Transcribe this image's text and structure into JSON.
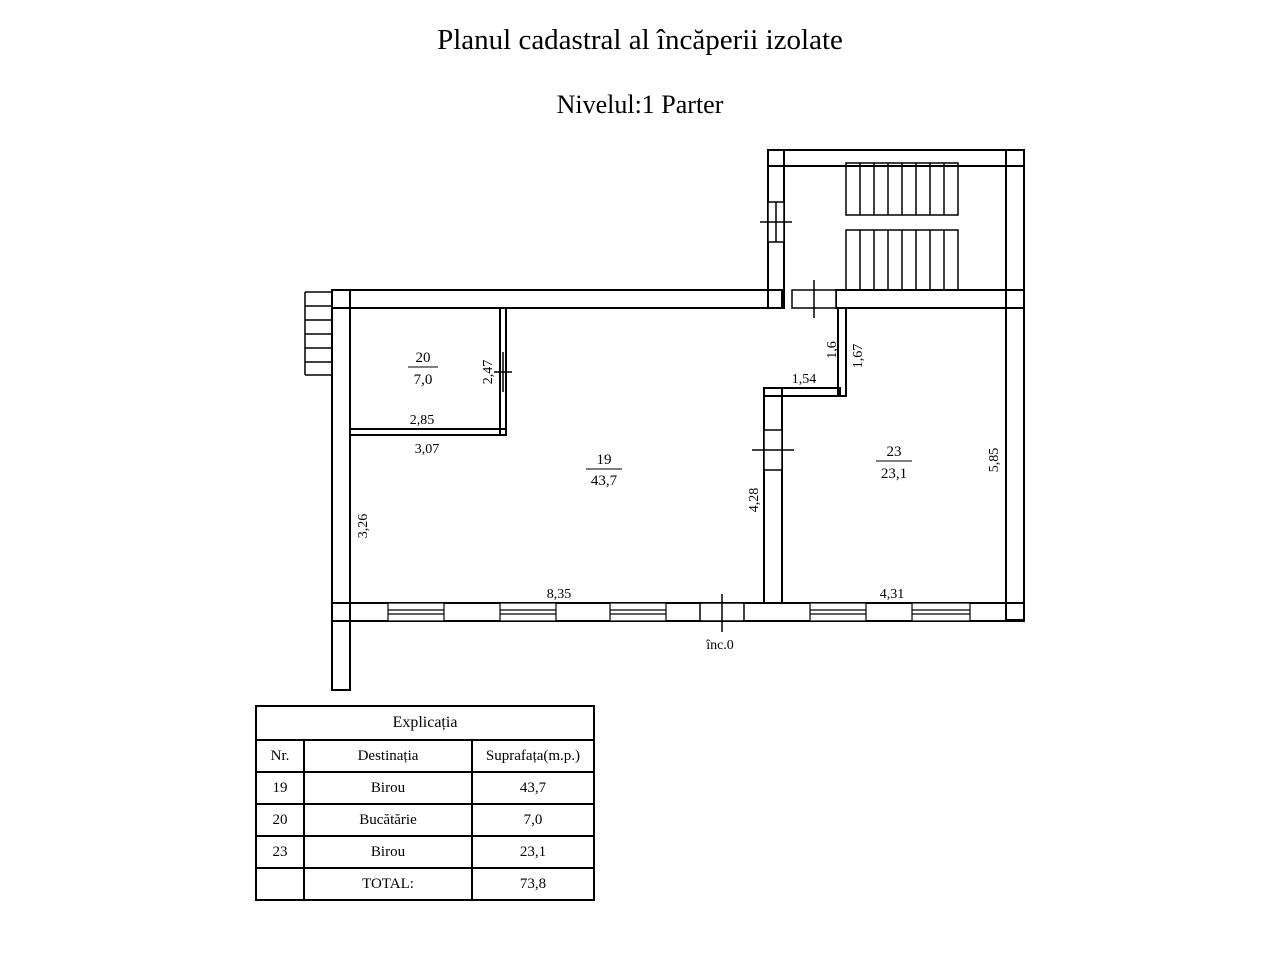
{
  "title": "Planul cadastral al încăperii izolate",
  "subtitle": "Nivelul:1 Parter",
  "rooms": [
    {
      "nr": "20",
      "area": "7,0"
    },
    {
      "nr": "19",
      "area": "43,7"
    },
    {
      "nr": "23",
      "area": "23,1"
    }
  ],
  "dimensions": {
    "d247": "2,47",
    "d285": "2,85",
    "d307": "3,07",
    "d326": "3,26",
    "d16": "1,6",
    "d167": "1,67",
    "d154": "1,54",
    "d428": "4,28",
    "d585": "5,85",
    "d835": "8,35",
    "d431": "4,31"
  },
  "entrance_label": "înc.0",
  "legend": {
    "caption": "Explicația",
    "headers": [
      "Nr.",
      "Destinația",
      "Suprafața(m.p.)"
    ],
    "rows": [
      {
        "nr": "19",
        "dest": "Birou",
        "area": "43,7"
      },
      {
        "nr": "20",
        "dest": "Bucătărie",
        "area": "7,0"
      },
      {
        "nr": "23",
        "dest": "Birou",
        "area": "23,1"
      }
    ],
    "total_label": "TOTAL:",
    "total_value": "73,8"
  }
}
